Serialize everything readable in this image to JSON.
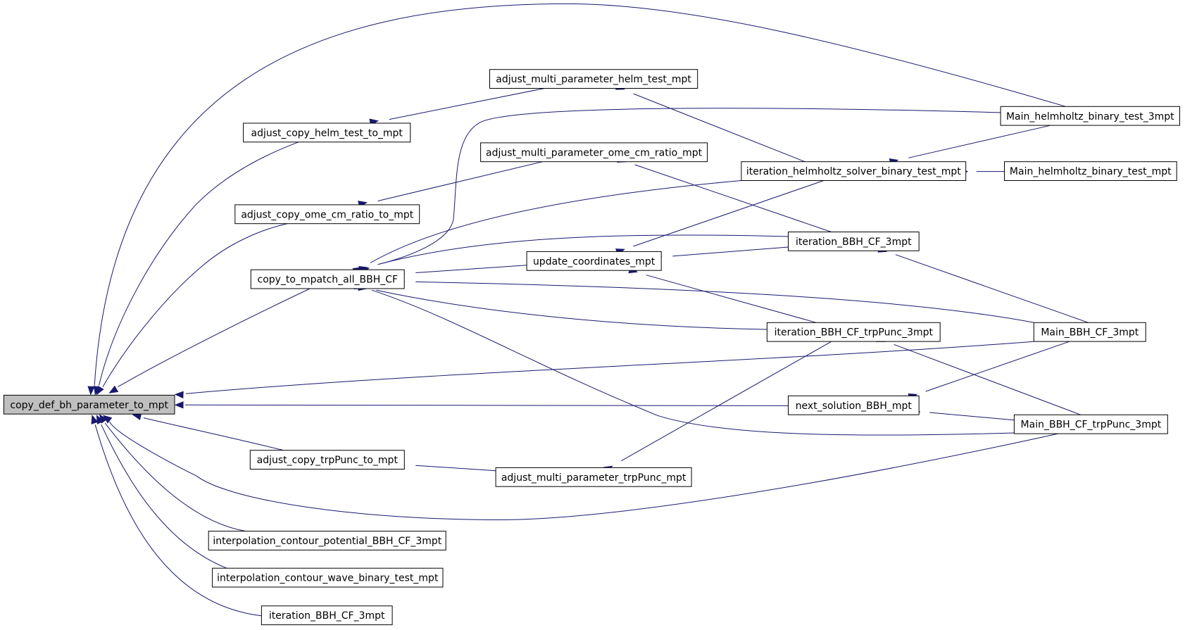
{
  "nodes": [
    {
      "id": "root",
      "label": "copy_def_bh_parameter_to_mpt"
    },
    {
      "id": "adj_helm",
      "label": "adjust_copy_helm_test_to_mpt"
    },
    {
      "id": "adj_ome",
      "label": "adjust_copy_ome_cm_ratio_to_mpt"
    },
    {
      "id": "copy_mpatch",
      "label": "copy_to_mpatch_all_BBH_CF"
    },
    {
      "id": "adj_trp",
      "label": "adjust_copy_trpPunc_to_mpt"
    },
    {
      "id": "interp_pot",
      "label": "interpolation_contour_potential_BBH_CF_3mpt"
    },
    {
      "id": "interp_wave",
      "label": "interpolation_contour_wave_binary_test_mpt"
    },
    {
      "id": "iter_bbh_left",
      "label": "iteration_BBH_CF_3mpt"
    },
    {
      "id": "amp_helm",
      "label": "adjust_multi_parameter_helm_test_mpt"
    },
    {
      "id": "amp_ome",
      "label": "adjust_multi_parameter_ome_cm_ratio_mpt"
    },
    {
      "id": "update_coord",
      "label": "update_coordinates_mpt"
    },
    {
      "id": "amp_trp",
      "label": "adjust_multi_parameter_trpPunc_mpt"
    },
    {
      "id": "iter_helm",
      "label": "iteration_helmholtz_solver_binary_test_mpt"
    },
    {
      "id": "iter_bbh",
      "label": "iteration_BBH_CF_3mpt"
    },
    {
      "id": "iter_bbh_trp",
      "label": "iteration_BBH_CF_trpPunc_3mpt"
    },
    {
      "id": "next_sol",
      "label": "next_solution_BBH_mpt"
    },
    {
      "id": "main_helm3",
      "label": "Main_helmholtz_binary_test_3mpt"
    },
    {
      "id": "main_helm",
      "label": "Main_helmholtz_binary_test_mpt"
    },
    {
      "id": "main_bbh",
      "label": "Main_BBH_CF_3mpt"
    },
    {
      "id": "main_bbh_trp",
      "label": "Main_BBH_CF_trpPunc_3mpt"
    }
  ],
  "edges": [
    [
      "adj_helm",
      "root"
    ],
    [
      "adj_ome",
      "root"
    ],
    [
      "copy_mpatch",
      "root"
    ],
    [
      "adj_trp",
      "root"
    ],
    [
      "interp_pot",
      "root"
    ],
    [
      "interp_wave",
      "root"
    ],
    [
      "iter_bbh_left",
      "root"
    ],
    [
      "main_helm3",
      "root"
    ],
    [
      "main_bbh",
      "root"
    ],
    [
      "next_sol",
      "root"
    ],
    [
      "main_bbh_trp",
      "root"
    ],
    [
      "amp_helm",
      "adj_helm"
    ],
    [
      "amp_ome",
      "adj_ome"
    ],
    [
      "amp_trp",
      "adj_trp"
    ],
    [
      "iter_helm",
      "amp_helm"
    ],
    [
      "iter_bbh",
      "amp_ome"
    ],
    [
      "iter_bbh_trp",
      "amp_trp"
    ],
    [
      "main_helm3",
      "copy_mpatch"
    ],
    [
      "iter_helm",
      "copy_mpatch"
    ],
    [
      "iter_bbh",
      "copy_mpatch"
    ],
    [
      "update_coord",
      "copy_mpatch"
    ],
    [
      "main_bbh",
      "copy_mpatch"
    ],
    [
      "iter_bbh_trp",
      "copy_mpatch"
    ],
    [
      "main_bbh_trp",
      "copy_mpatch"
    ],
    [
      "iter_helm",
      "update_coord"
    ],
    [
      "iter_bbh",
      "update_coord"
    ],
    [
      "iter_bbh_trp",
      "update_coord"
    ],
    [
      "main_helm3",
      "iter_helm"
    ],
    [
      "main_helm",
      "iter_helm"
    ],
    [
      "main_bbh",
      "iter_bbh"
    ],
    [
      "main_bbh_trp",
      "iter_bbh_trp"
    ],
    [
      "main_bbh",
      "next_sol"
    ],
    [
      "main_bbh_trp",
      "next_sol"
    ]
  ],
  "colors": {
    "edge": "#191970",
    "root_fill": "#bfbfbf",
    "node_fill": "#ffffff",
    "node_stroke": "#000000"
  }
}
